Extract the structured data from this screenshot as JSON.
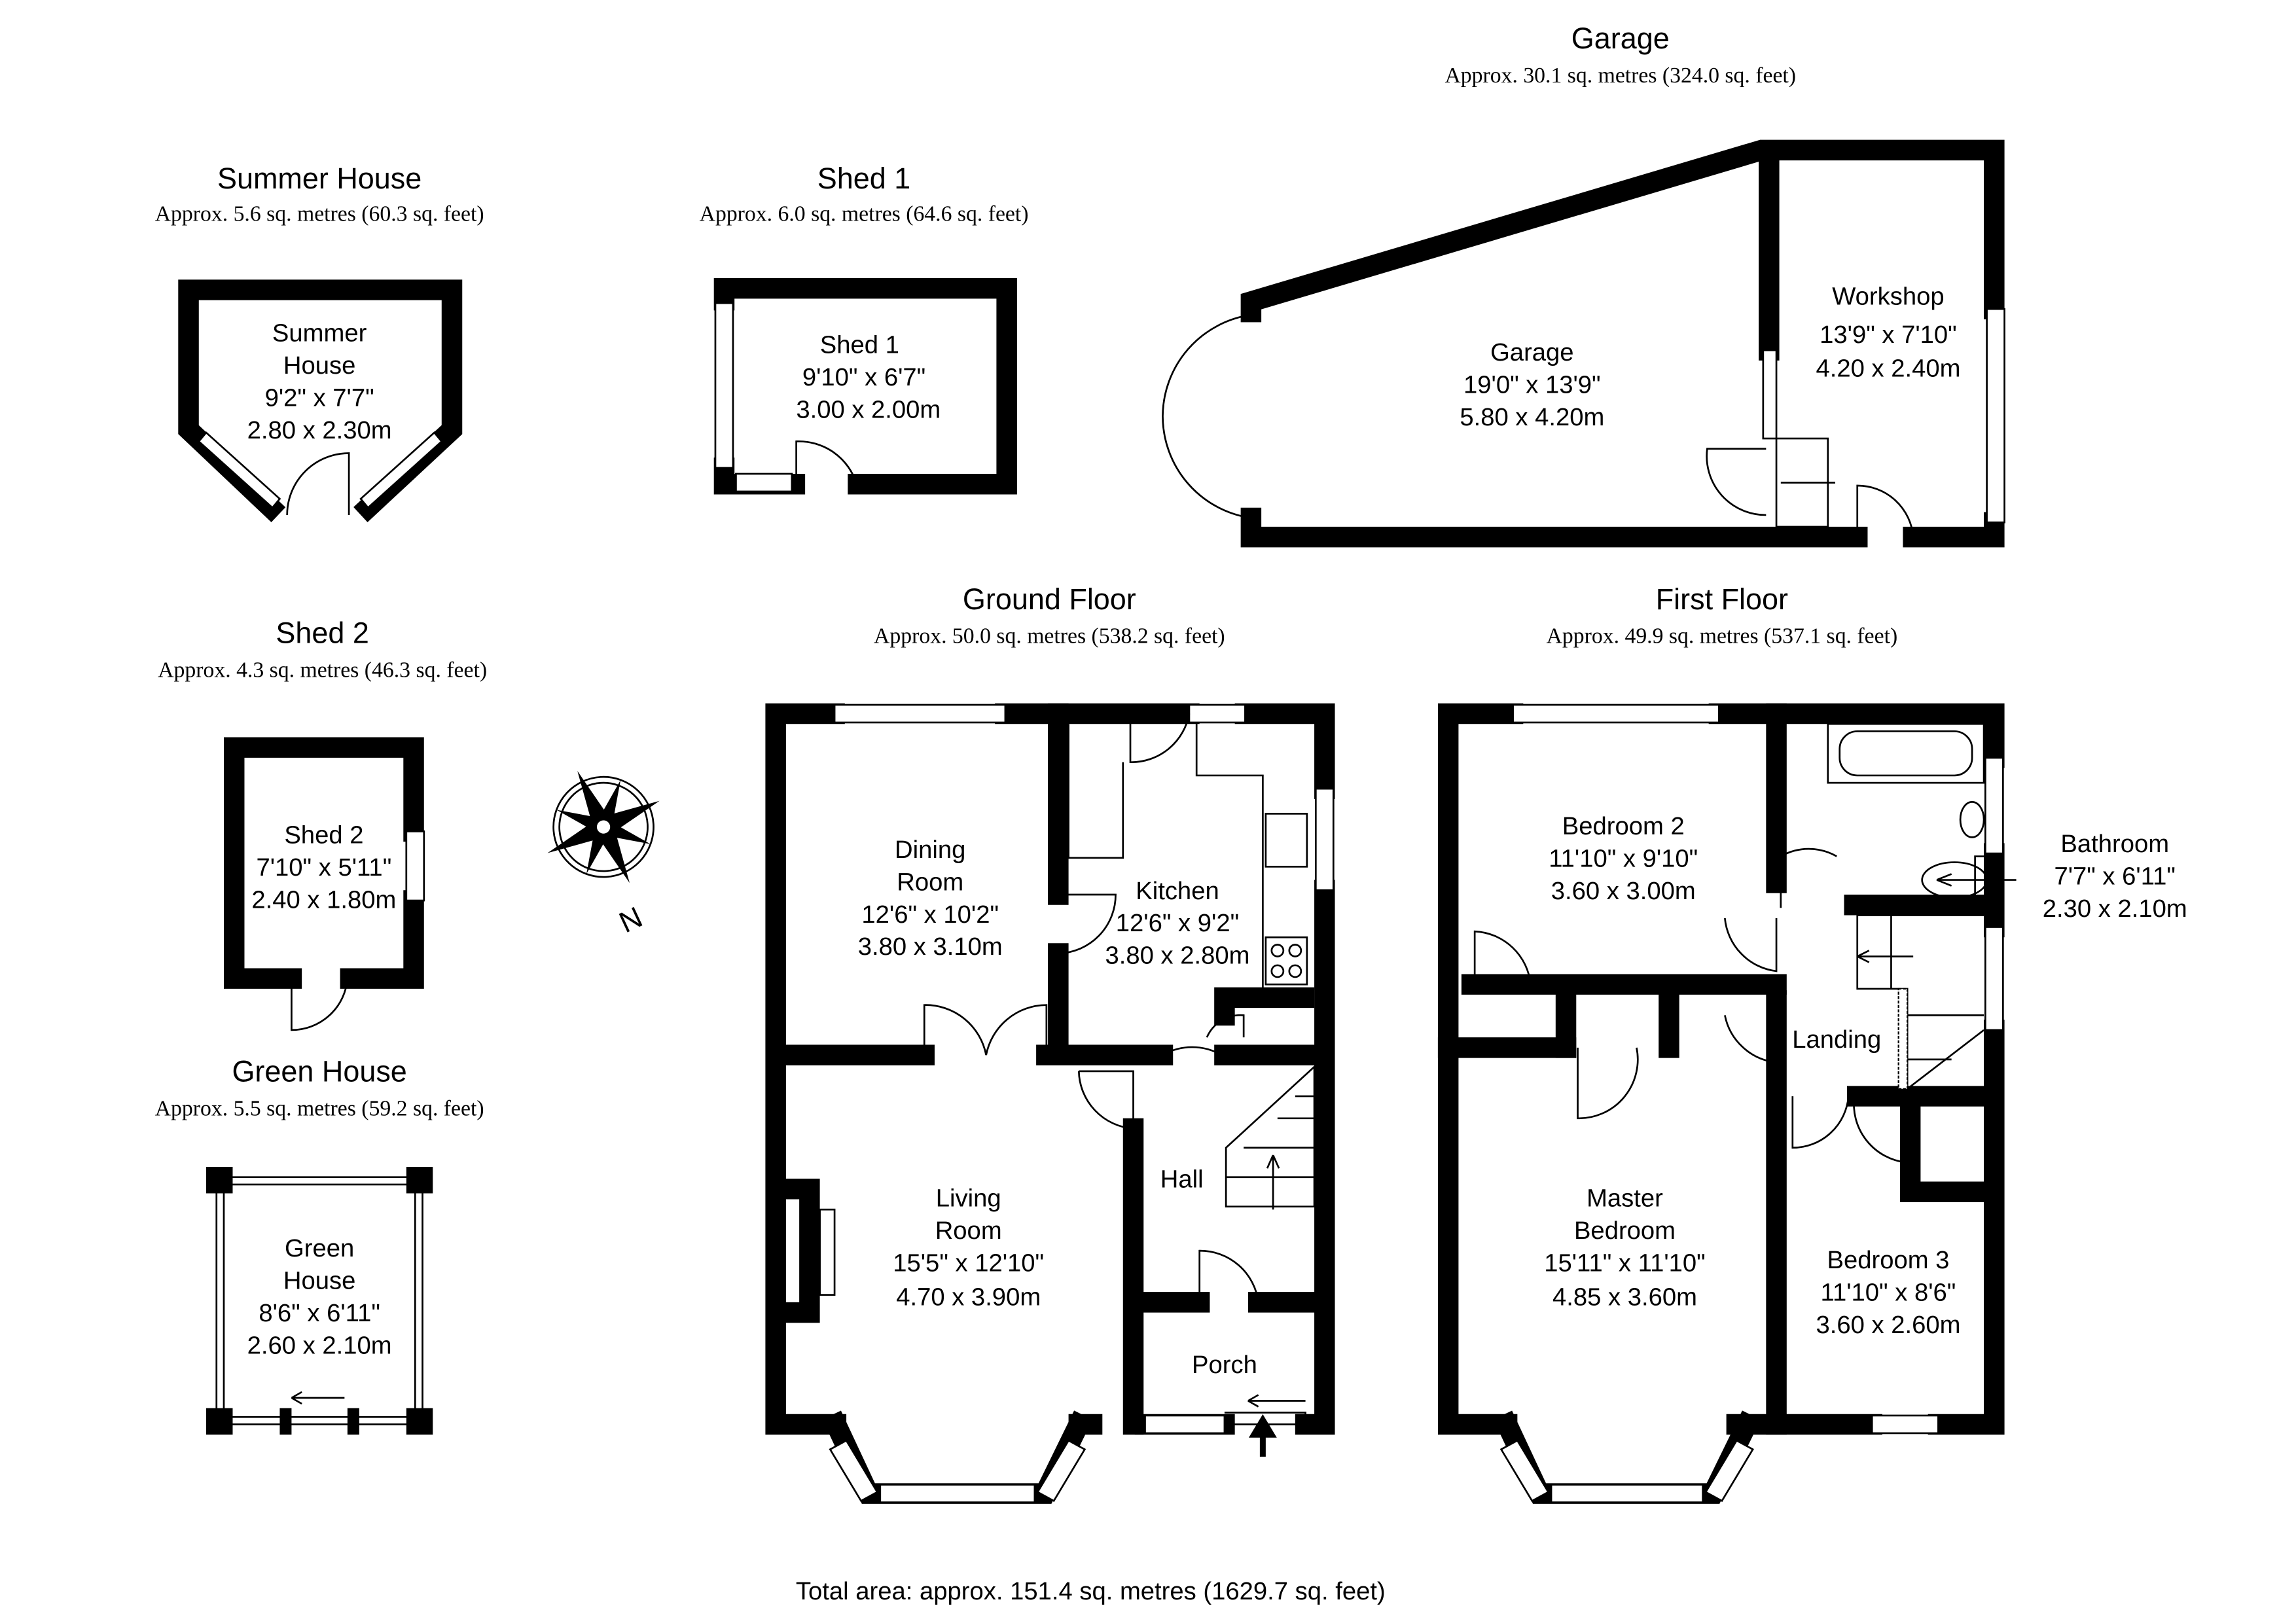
{
  "sections": {
    "garage": {
      "title": "Garage",
      "area": "Approx. 30.1 sq. metres (324.0 sq. feet)"
    },
    "summer_house": {
      "title": "Summer House",
      "area": "Approx. 5.6 sq. metres (60.3 sq. feet)"
    },
    "shed1": {
      "title": "Shed 1",
      "area": "Approx. 6.0 sq. metres (64.6 sq. feet)"
    },
    "shed2": {
      "title": "Shed 2",
      "area": "Approx. 4.3 sq. metres (46.3 sq. feet)"
    },
    "green_house": {
      "title": "Green House",
      "area": "Approx. 5.5 sq. metres (59.2 sq. feet)"
    },
    "ground_floor": {
      "title": "Ground Floor",
      "area": "Approx. 50.0 sq. metres (538.2 sq. feet)"
    },
    "first_floor": {
      "title": "First Floor",
      "area": "Approx. 49.9 sq. metres (537.1 sq. feet)"
    }
  },
  "rooms": {
    "summer_house": {
      "name": [
        "Summer",
        "House"
      ],
      "imperial": "9'2\" x 7'7\"",
      "metric": "2.80 x 2.30m"
    },
    "shed1": {
      "name": [
        "Shed 1"
      ],
      "imperial": "9'10\" x 6'7\"",
      "metric": "3.00 x 2.00m"
    },
    "garage": {
      "name": [
        "Garage"
      ],
      "imperial": "19'0\" x 13'9\"",
      "metric": "5.80 x 4.20m"
    },
    "workshop": {
      "name": [
        "Workshop"
      ],
      "imperial": "13'9\" x 7'10\"",
      "metric": "4.20 x 2.40m"
    },
    "shed2": {
      "name": [
        "Shed 2"
      ],
      "imperial": "7'10\" x 5'11\"",
      "metric": "2.40 x 1.80m"
    },
    "green_house": {
      "name": [
        "Green",
        "House"
      ],
      "imperial": "8'6\" x 6'11\"",
      "metric": "2.60 x 2.10m"
    },
    "dining": {
      "name": [
        "Dining",
        "Room"
      ],
      "imperial": "12'6\" x 10'2\"",
      "metric": "3.80 x 3.10m"
    },
    "kitchen": {
      "name": [
        "Kitchen"
      ],
      "imperial": "12'6\" x 9'2\"",
      "metric": "3.80 x 2.80m"
    },
    "living": {
      "name": [
        "Living",
        "Room"
      ],
      "imperial": "15'5\" x 12'10\"",
      "metric": "4.70 x 3.90m"
    },
    "hall": {
      "name": [
        "Hall"
      ]
    },
    "porch": {
      "name": [
        "Porch"
      ]
    },
    "bedroom2": {
      "name": [
        "Bedroom 2"
      ],
      "imperial": "11'10\" x 9'10\"",
      "metric": "3.60 x 3.00m"
    },
    "bathroom": {
      "name": [
        "Bathroom"
      ],
      "imperial": "7'7\" x 6'11\"",
      "metric": "2.30 x 2.10m"
    },
    "landing": {
      "name": [
        "Landing"
      ]
    },
    "master": {
      "name": [
        "Master",
        "Bedroom"
      ],
      "imperial": "15'11\" x 11'10\"",
      "metric": "4.85 x 3.60m"
    },
    "bedroom3": {
      "name": [
        "Bedroom 3"
      ],
      "imperial": "11'10\" x 8'6\"",
      "metric": "3.60 x 2.60m"
    }
  },
  "compass": {
    "label": "N"
  },
  "total": "Total area: approx. 151.4 sq. metres (1629.7 sq. feet)"
}
